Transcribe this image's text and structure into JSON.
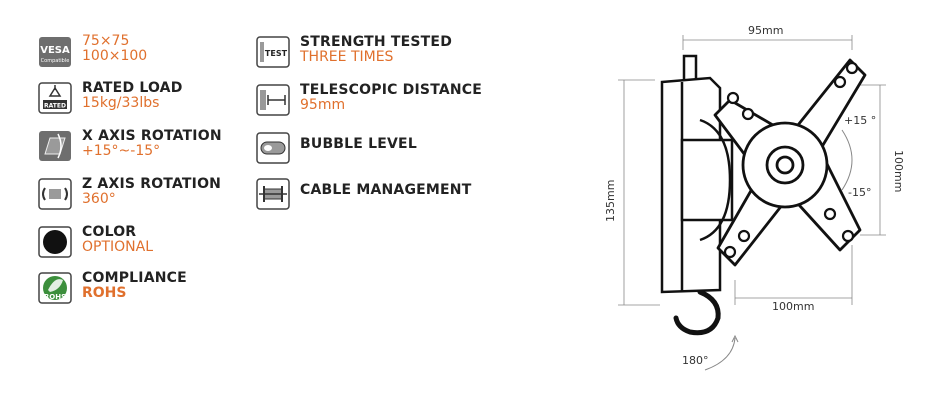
{
  "colors": {
    "accent": "#e0702d",
    "text": "#222222",
    "icon_bg": "#6e6e6e",
    "icon_green": "#3c8f3c"
  },
  "specs_left": [
    {
      "icon": "vesa-icon",
      "icon_label": "VESA",
      "icon_sublabel": "Compatible",
      "title": "",
      "values": [
        "75×75",
        "100×100"
      ]
    },
    {
      "icon": "rated-load-icon",
      "icon_label": "RATED",
      "title": "RATED LOAD",
      "values": [
        "15kg/33lbs"
      ]
    },
    {
      "icon": "x-axis-rotation-icon",
      "title": "X AXIS ROTATION",
      "values": [
        "+15°~-15°"
      ]
    },
    {
      "icon": "z-axis-rotation-icon",
      "title": "Z AXIS ROTATION",
      "values": [
        "360°"
      ]
    },
    {
      "icon": "color-icon",
      "title": "COLOR",
      "values": [
        "OPTIONAL"
      ]
    },
    {
      "icon": "rohs-icon",
      "icon_label": "ROHS",
      "title": "COMPLIANCE",
      "values": [
        "ROHS"
      ]
    }
  ],
  "specs_right": [
    {
      "icon": "test-icon",
      "icon_label": "TEST",
      "title": "STRENGTH TESTED",
      "values": [
        "THREE TIMES"
      ]
    },
    {
      "icon": "telescopic-icon",
      "title": "TELESCOPIC DISTANCE",
      "values": [
        "95mm"
      ]
    },
    {
      "icon": "bubble-level-icon",
      "title": "BUBBLE LEVEL",
      "values": []
    },
    {
      "icon": "cable-management-icon",
      "title": "CABLE MANAGEMENT",
      "values": []
    }
  ],
  "dimensions": {
    "width_top": "95mm",
    "height_right": "100mm",
    "height_left": "135mm",
    "width_bottom": "100mm",
    "tilt_up": "+15 °",
    "tilt_down": "-15°",
    "rotation": "180°"
  }
}
